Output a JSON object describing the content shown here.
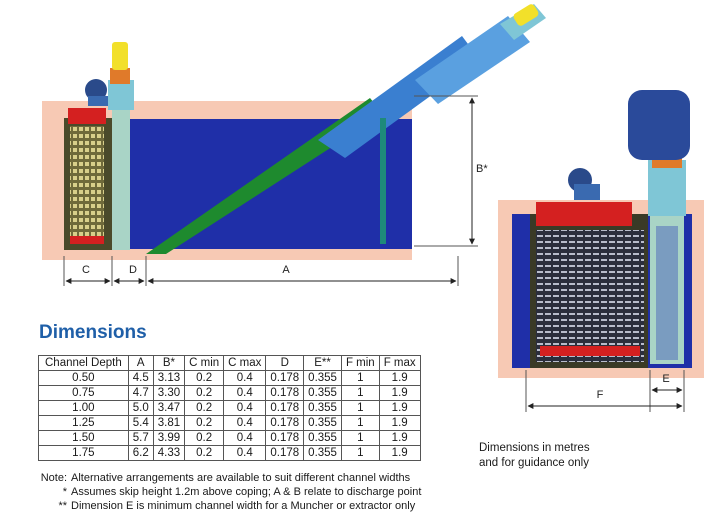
{
  "diagram": {
    "labels": {
      "a": "A",
      "b": "B*",
      "c": "C",
      "d": "D",
      "e": "E",
      "f": "F"
    }
  },
  "dimensions": {
    "heading": "Dimensions",
    "columns": [
      "Channel Depth",
      "A",
      "B*",
      "C min",
      "C max",
      "D",
      "E**",
      "F min",
      "F max"
    ],
    "rows": [
      [
        "0.50",
        "4.5",
        "3.13",
        "0.2",
        "0.4",
        "0.178",
        "0.355",
        "1",
        "1.9"
      ],
      [
        "0.75",
        "4.7",
        "3.30",
        "0.2",
        "0.4",
        "0.178",
        "0.355",
        "1",
        "1.9"
      ],
      [
        "1.00",
        "5.0",
        "3.47",
        "0.2",
        "0.4",
        "0.178",
        "0.355",
        "1",
        "1.9"
      ],
      [
        "1.25",
        "5.4",
        "3.81",
        "0.2",
        "0.4",
        "0.178",
        "0.355",
        "1",
        "1.9"
      ],
      [
        "1.50",
        "5.7",
        "3.99",
        "0.2",
        "0.4",
        "0.178",
        "0.355",
        "1",
        "1.9"
      ],
      [
        "1.75",
        "6.2",
        "4.33",
        "0.2",
        "0.4",
        "0.178",
        "0.355",
        "1",
        "1.9"
      ]
    ]
  },
  "guidance": {
    "line1": "Dimensions in metres",
    "line2": "and for guidance only"
  },
  "notes": {
    "note_label": "Note:",
    "note_text": "Alternative arrangements are available to suit different channel widths",
    "star_mark": "*",
    "star_text": "Assumes skip height 1.2m above coping; A & B relate to discharge point",
    "dstar_mark": "**",
    "dstar_text": "Dimension E is minimum channel width for a Muncher or extractor only"
  }
}
